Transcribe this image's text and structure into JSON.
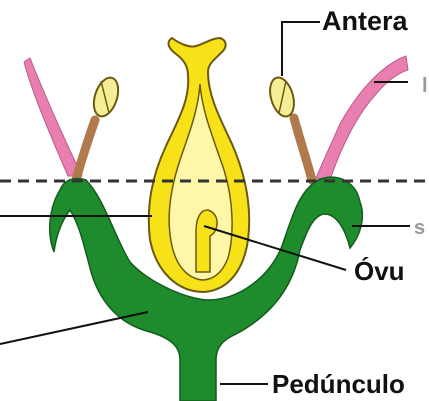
{
  "diagram": {
    "labels": {
      "antera": "Antera",
      "ovulo": "Óvu",
      "pedunculo": "Pedúnculo",
      "cut_s": "s",
      "cut_l": "l"
    },
    "colors": {
      "receptacle": "#1e8b2c",
      "ovary_outer": "#f7e21a",
      "ovary_outline": "#6b5a10",
      "ovary_inner": "#fff7a8",
      "anther": "#f6ee96",
      "filament": "#b07a4c",
      "petal": "#e87fb0",
      "line": "#111111",
      "dashed": "#333333"
    }
  }
}
